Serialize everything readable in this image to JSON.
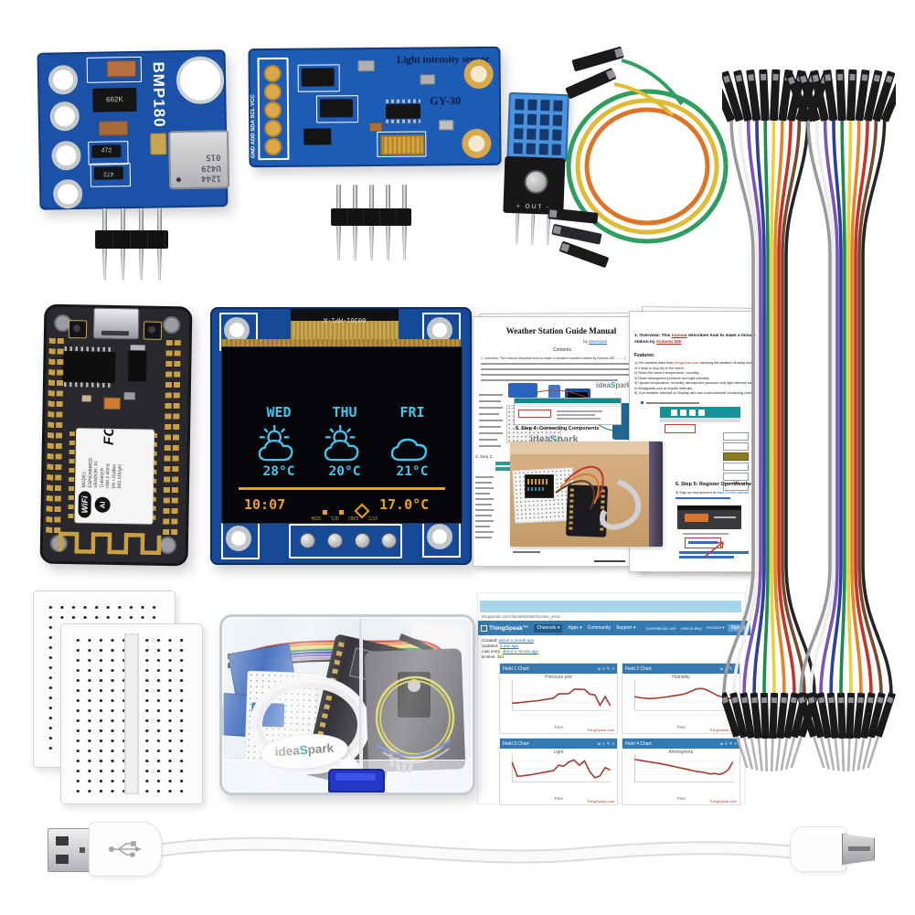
{
  "page": {
    "bg": "#ffffff"
  },
  "colors": {
    "pcb_bl6ue": "#1b52a8",
    "oled_cyan": "#40c7f1",
    "oled_amber": "#eba11c",
    "brand_teal": "#2a9d9a",
    "thingspeak_blue": "#3579b1",
    "chart_red": "#a33c32"
  },
  "bmp180": {
    "silk_label": "BMP180",
    "chip_marking_lines": [
      "1244",
      "U429",
      "015"
    ],
    "transistor_marking": "662K",
    "resistor_marking_1": "472",
    "resistor_marking_2": "472"
  },
  "gy30": {
    "silk_title": "Light intensity sensor",
    "silk_label": "GY-30",
    "pin_labels": "GND ADD SDA SCL VCC"
  },
  "dht11": {
    "pin_labels": "+ OUT -"
  },
  "nodemcu": {
    "wifi_logo": "WiFi",
    "ai_logo": "AI",
    "label_lines": [
      "MODEL: ESP8266MOD",
      "VENDOR: AI-THINKER",
      "ISM 2.4GHz",
      "PA +25dBm",
      "802.11b/g/n"
    ],
    "fcc_mark": "FC"
  },
  "oled": {
    "flex_label": "00561-MP1-A",
    "days": [
      "WED",
      "THU",
      "FRI"
    ],
    "day_temps": [
      "28°C",
      "20°C",
      "21°C"
    ],
    "time": "10:07",
    "current_temp": "17.0°C",
    "pin_labels": "VCC GND SCL SDA"
  },
  "manual": {
    "title": "Weather Station Guide Manual",
    "byline_prefix": "by ",
    "byline_link": "ideaSpark",
    "contents_heading": "Contents",
    "toc_line1": "1. Overview: The manual describes how to make a miniature weather station by Arduino IDE ........ 1",
    "brand_idea": "idea",
    "brand_s": "S",
    "brand_park": "park",
    "step4_heading": "5. Step 4: Connecting Components",
    "step1_label": "2. Step 1:",
    "overview_pre": "1. Overview: This ",
    "overview_red": "manual",
    "overview_post": " describes how to make a miniatur",
    "overview_line2_pre": "station by ",
    "overview_line2_red": "Arduino IDE",
    "features_heading": "Features:",
    "feature1_pre": "1) Get weather data from ",
    "feature1_link": "thingspeak.com",
    "feature1_post": ", showing the weather of today and the ne",
    "feature_lines": [
      "xt 3 days in any city in the world.",
      "2) Read the current temperature, humidity.",
      "3) Read atmospheric pressure and light intensity.",
      "4) Upload temperature, humidity, atmospheric pressure and light intensity data",
      "to thingspeak.com at regular intervals.",
      "5) Your weather forecast on Display and own environmental monitoring chart"
    ],
    "step5_heading": "6. Step 5: Register OpenWeathe",
    "signup_pre": "3) Sign up new account at ",
    "signup_link": "https://home.openwe"
  },
  "thingspeak": {
    "url": "thingspeak.com/channels/54857/private_show",
    "logo_text": "ThingSpeak™",
    "nav_items": [
      "Channels ▾",
      "Apps ▾",
      "Community",
      "Support ▾"
    ],
    "nav_right_items": [
      "Commercial Use",
      "How to Buy",
      "Account ▾"
    ],
    "sign_in": "Sign In",
    "meta_labels": [
      "Created:",
      "Updated:",
      "Last entry:",
      "Entries:"
    ],
    "meta_values": [
      "about a month ago",
      "a day ago",
      "about a minute ago",
      "351"
    ],
    "panel_icons": [
      "⇲",
      "≡",
      "✎",
      "×"
    ],
    "xlabel": "Time",
    "attribution": "ThingSpeak.com",
    "header_color": "#3579b1",
    "line_color": "#a33c32"
  },
  "box": {
    "brand_idea": "idea",
    "brand_s": "S",
    "brand_park": "park"
  },
  "chart_data": [
    {
      "type": "line",
      "panel": "Field 1 Chart",
      "title": "Pressure plot",
      "xlabel": "Time",
      "ylim": [
        0,
        100
      ],
      "values": [
        24,
        25,
        27,
        29,
        31,
        33,
        36,
        39,
        42,
        58,
        58,
        59,
        75,
        75,
        74,
        57,
        54,
        16,
        48,
        14
      ]
    },
    {
      "type": "line",
      "panel": "Field 2 Chart",
      "title": "Humidity",
      "xlabel": "Time",
      "ylim": [
        0,
        100
      ],
      "values": [
        48,
        44,
        42,
        41,
        42,
        44,
        46,
        49,
        52,
        55,
        60,
        68,
        76,
        78,
        72,
        62,
        52,
        46,
        42,
        40
      ]
    },
    {
      "type": "line",
      "panel": "Field 3 Chart",
      "title": "Light",
      "xlabel": "Time",
      "ylim": [
        0,
        100
      ],
      "values": [
        78,
        20,
        22,
        25,
        28,
        32,
        36,
        40,
        44,
        66,
        62,
        80,
        88,
        66,
        84,
        40,
        14,
        22,
        56,
        46
      ]
    },
    {
      "type": "line",
      "panel": "Field 4 Chart",
      "title": "Atmosphere",
      "xlabel": "Time",
      "ylim": [
        0,
        100
      ],
      "values": [
        90,
        87,
        84,
        81,
        78,
        75,
        72,
        68,
        64,
        60,
        56,
        52,
        48,
        44,
        40,
        38,
        34,
        30,
        32,
        28,
        34,
        48,
        80
      ]
    }
  ]
}
